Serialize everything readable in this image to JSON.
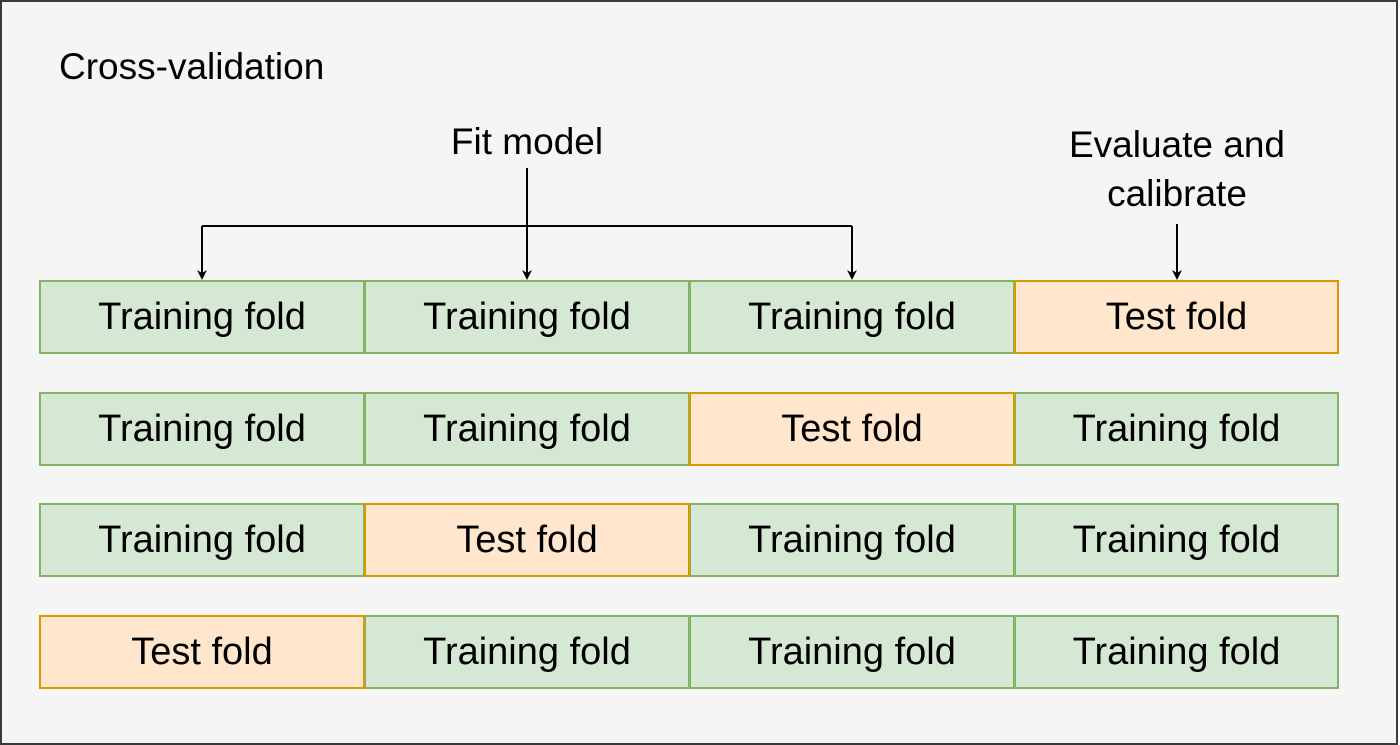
{
  "title": "Cross-validation",
  "fit_label": "Fit model",
  "evaluate_label": "Evaluate and calibrate",
  "colors": {
    "train_fill": "#d5e8d4",
    "train_border": "#82b366",
    "test_fill": "#ffe6cc",
    "test_border": "#d79b00",
    "background": "#f5f5f5",
    "arrow": "#000000"
  },
  "rows": [
    {
      "cells": [
        {
          "label": "Training fold",
          "kind": "train"
        },
        {
          "label": "Training fold",
          "kind": "train"
        },
        {
          "label": "Training fold",
          "kind": "train"
        },
        {
          "label": "Test fold",
          "kind": "test"
        }
      ]
    },
    {
      "cells": [
        {
          "label": "Training fold",
          "kind": "train"
        },
        {
          "label": "Training fold",
          "kind": "train"
        },
        {
          "label": "Test fold",
          "kind": "test"
        },
        {
          "label": "Training fold",
          "kind": "train"
        }
      ]
    },
    {
      "cells": [
        {
          "label": "Training fold",
          "kind": "train"
        },
        {
          "label": "Test fold",
          "kind": "test"
        },
        {
          "label": "Training fold",
          "kind": "train"
        },
        {
          "label": "Training fold",
          "kind": "train"
        }
      ]
    },
    {
      "cells": [
        {
          "label": "Test fold",
          "kind": "test"
        },
        {
          "label": "Training fold",
          "kind": "train"
        },
        {
          "label": "Training fold",
          "kind": "train"
        },
        {
          "label": "Training fold",
          "kind": "train"
        }
      ]
    }
  ]
}
